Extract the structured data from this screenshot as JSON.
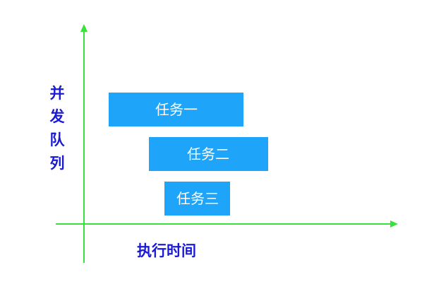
{
  "colors": {
    "axis": "#3ae13a",
    "task_fill": "#1ea5fa",
    "task_text": "#ffffff",
    "label": "#1a1ad6"
  },
  "axes": {
    "y_label_chars": [
      "并",
      "发",
      "队",
      "列"
    ],
    "x_label": "执行时间"
  },
  "tasks": [
    {
      "label": "任务一"
    },
    {
      "label": "任务二"
    },
    {
      "label": "任务三"
    }
  ]
}
